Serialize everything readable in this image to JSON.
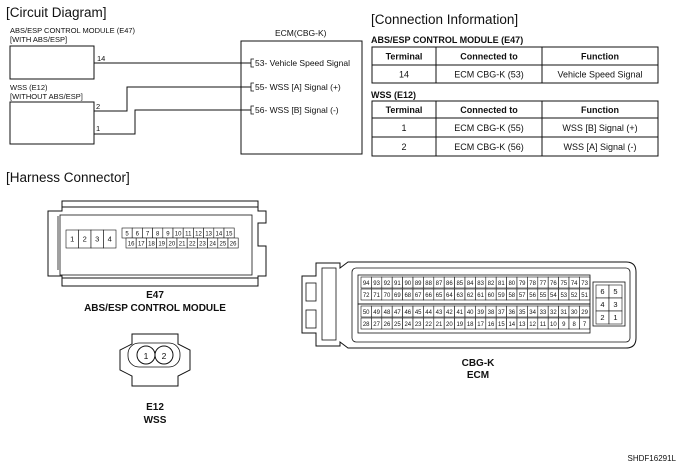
{
  "circuit": {
    "title": "[Circuit Diagram]",
    "module_e47": {
      "line1": "ABS/ESP CONTROL MODULE (E47)",
      "line2": "[WITH ABS/ESP]",
      "pin": "14"
    },
    "module_e12": {
      "line1": "WSS (E12)",
      "line2": "[WITHOUT ABS/ESP]",
      "pin_a": "2",
      "pin_b": "1"
    },
    "ecm": {
      "title": "ECM(CBG-K)",
      "signals": [
        "53- Vehicle Speed Signal",
        "55- WSS [A] Signal (+)",
        "56- WSS [B] Signal (-)"
      ]
    }
  },
  "connection": {
    "title": "[Connection Information]",
    "tables": [
      {
        "caption": "ABS/ESP CONTROL MODULE (E47)",
        "headers": [
          "Terminal",
          "Connected to",
          "Function"
        ],
        "rows": [
          [
            "14",
            "ECM CBG-K (53)",
            "Vehicle Speed Signal"
          ]
        ]
      },
      {
        "caption": "WSS (E12)",
        "headers": [
          "Terminal",
          "Connected to",
          "Function"
        ],
        "rows": [
          [
            "1",
            "ECM CBG-K (55)",
            "WSS [B] Signal (+)"
          ],
          [
            "2",
            "ECM CBG-K (56)",
            "WSS [A] Signal (-)"
          ]
        ]
      }
    ]
  },
  "harness": {
    "title": "[Harness Connector]",
    "e47": {
      "label1": "E47",
      "label2": "ABS/ESP CONTROL MODULE",
      "row1": [
        "1",
        "2",
        "3",
        "4"
      ],
      "row_top": [
        "5",
        "6",
        "7",
        "8",
        "9",
        "10",
        "11",
        "12",
        "13",
        "14",
        "15"
      ],
      "row_bottom": [
        "16",
        "17",
        "18",
        "19",
        "20",
        "21",
        "22",
        "23",
        "24",
        "25",
        "26"
      ]
    },
    "e12": {
      "label1": "E12",
      "label2": "WSS",
      "pins": [
        "1",
        "2"
      ]
    },
    "ecm": {
      "label1": "CBG-K",
      "label2": "ECM",
      "rows": [
        [
          "94",
          "93",
          "92",
          "91",
          "90",
          "89",
          "88",
          "87",
          "86",
          "85",
          "84",
          "83",
          "82",
          "81",
          "80",
          "79",
          "78",
          "77",
          "76",
          "75",
          "74",
          "73"
        ],
        [
          "72",
          "71",
          "70",
          "69",
          "68",
          "67",
          "66",
          "65",
          "64",
          "63",
          "62",
          "61",
          "60",
          "59",
          "58",
          "57",
          "56",
          "55",
          "54",
          "53",
          "52",
          "51"
        ],
        [
          "50",
          "49",
          "48",
          "47",
          "46",
          "45",
          "44",
          "43",
          "42",
          "41",
          "40",
          "39",
          "38",
          "37",
          "36",
          "35",
          "34",
          "33",
          "32",
          "31",
          "30",
          "29"
        ],
        [
          "28",
          "27",
          "26",
          "25",
          "24",
          "23",
          "22",
          "21",
          "20",
          "19",
          "18",
          "17",
          "16",
          "15",
          "14",
          "13",
          "12",
          "11",
          "10",
          "9",
          "8",
          "7"
        ]
      ],
      "side": [
        [
          "6",
          "5"
        ],
        [
          "4",
          "3"
        ],
        [
          "2",
          "1"
        ]
      ]
    }
  },
  "footer": {
    "code": "SHDF16291L"
  }
}
